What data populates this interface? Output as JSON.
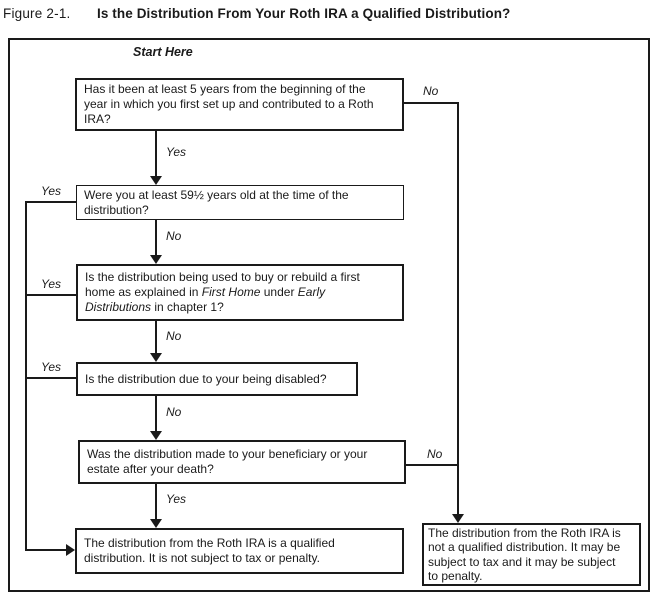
{
  "figure": {
    "label": "Figure 2-1.",
    "title": "Is the Distribution From Your Roth IRA a Qualified Distribution?"
  },
  "flowchart": {
    "start_here": "Start Here",
    "yes_label": "Yes",
    "no_label": "No",
    "questions": {
      "five_year": "Has it been at least 5 years from the beginning of the\nyear in which you first set up and contributed to a Roth\nIRA?",
      "age": "Were you at least 59½ years old at the time of the\ndistribution?",
      "first_home": {
        "pre": "Is the distribution being used to buy or rebuild a first\nhome as explained in ",
        "italic_first_home": "First Home",
        "mid": " under ",
        "italic_early_distributions": "Early\nDistributions",
        "post": " in chapter 1?"
      },
      "disabled": "Is the distribution due to your being disabled?",
      "beneficiary": "Was the distribution made to your beneficiary or your\nestate after your death?"
    },
    "outcomes": {
      "qualified": "The distribution from the Roth IRA is a qualified\ndistribution. It is not subject to tax or penalty.",
      "not_qualified": "The distribution from the Roth IRA is\nnot a qualified distribution. It may be\nsubject to tax and it may be subject\nto penalty."
    }
  },
  "colors": {
    "ink": "#1a1a1a",
    "background": "#ffffff"
  }
}
